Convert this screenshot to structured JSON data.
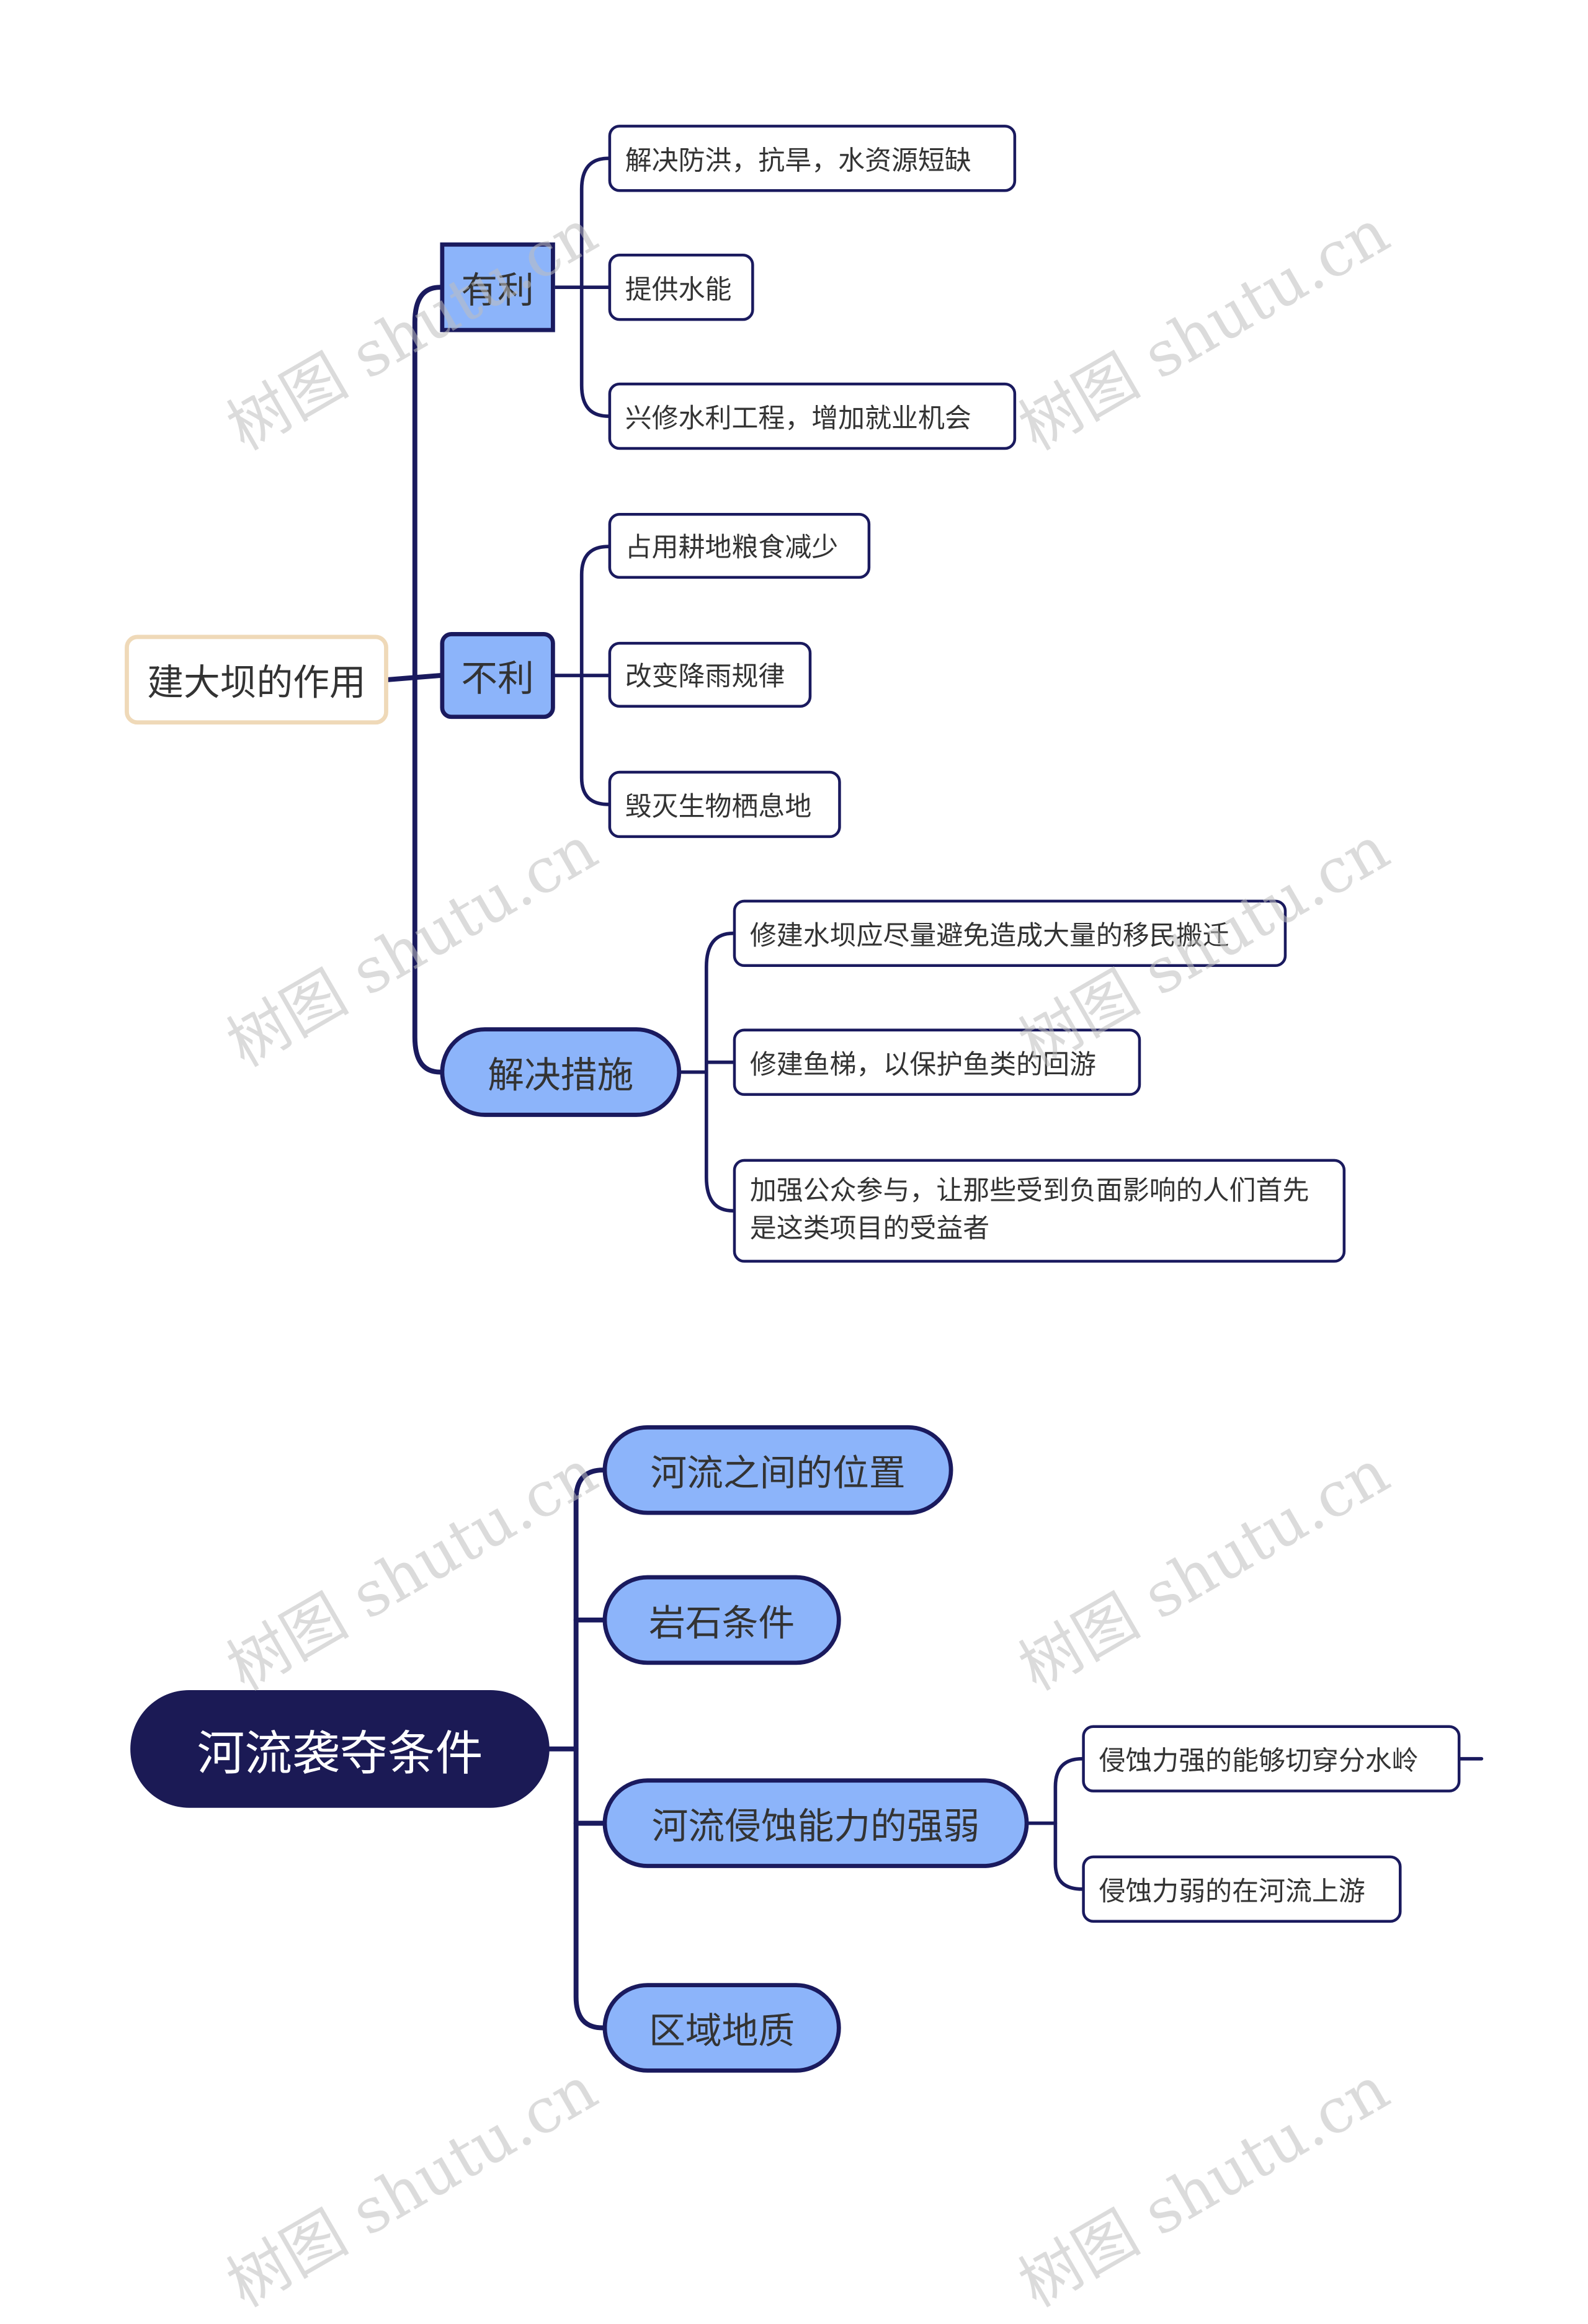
{
  "watermark": "树图 shutu.cn",
  "map1": {
    "root": "建大坝的作用",
    "branches": [
      {
        "label": "有利",
        "children": [
          "解决防洪，抗旱，水资源短缺",
          "提供水能",
          "兴修水利工程，增加就业机会"
        ]
      },
      {
        "label": "不利",
        "children": [
          "占用耕地粮食减少",
          "改变降雨规律",
          "毁灭生物栖息地"
        ]
      },
      {
        "label": "解决措施",
        "children": [
          "修建水坝应尽量避免造成大量的移民搬迁",
          "修建鱼梯，以保护鱼类的回游",
          "加强公众参与，让那些受到负面影响的人们首先是这类项目的受益者"
        ]
      }
    ]
  },
  "map2": {
    "root": "河流袭夺条件",
    "branches": [
      {
        "label": "河流之间的位置"
      },
      {
        "label": "岩石条件"
      },
      {
        "label": "河流侵蚀能力的强弱",
        "children": [
          "侵蚀力强的能够切穿分水岭",
          "侵蚀力弱的在河流上游"
        ]
      },
      {
        "label": "区域地质"
      }
    ]
  },
  "colors": {
    "line": "#1a1a5e",
    "node_fill": "#8cb4fa",
    "root2_fill": "#1b1a55",
    "root1_border": "#efd9b8"
  }
}
